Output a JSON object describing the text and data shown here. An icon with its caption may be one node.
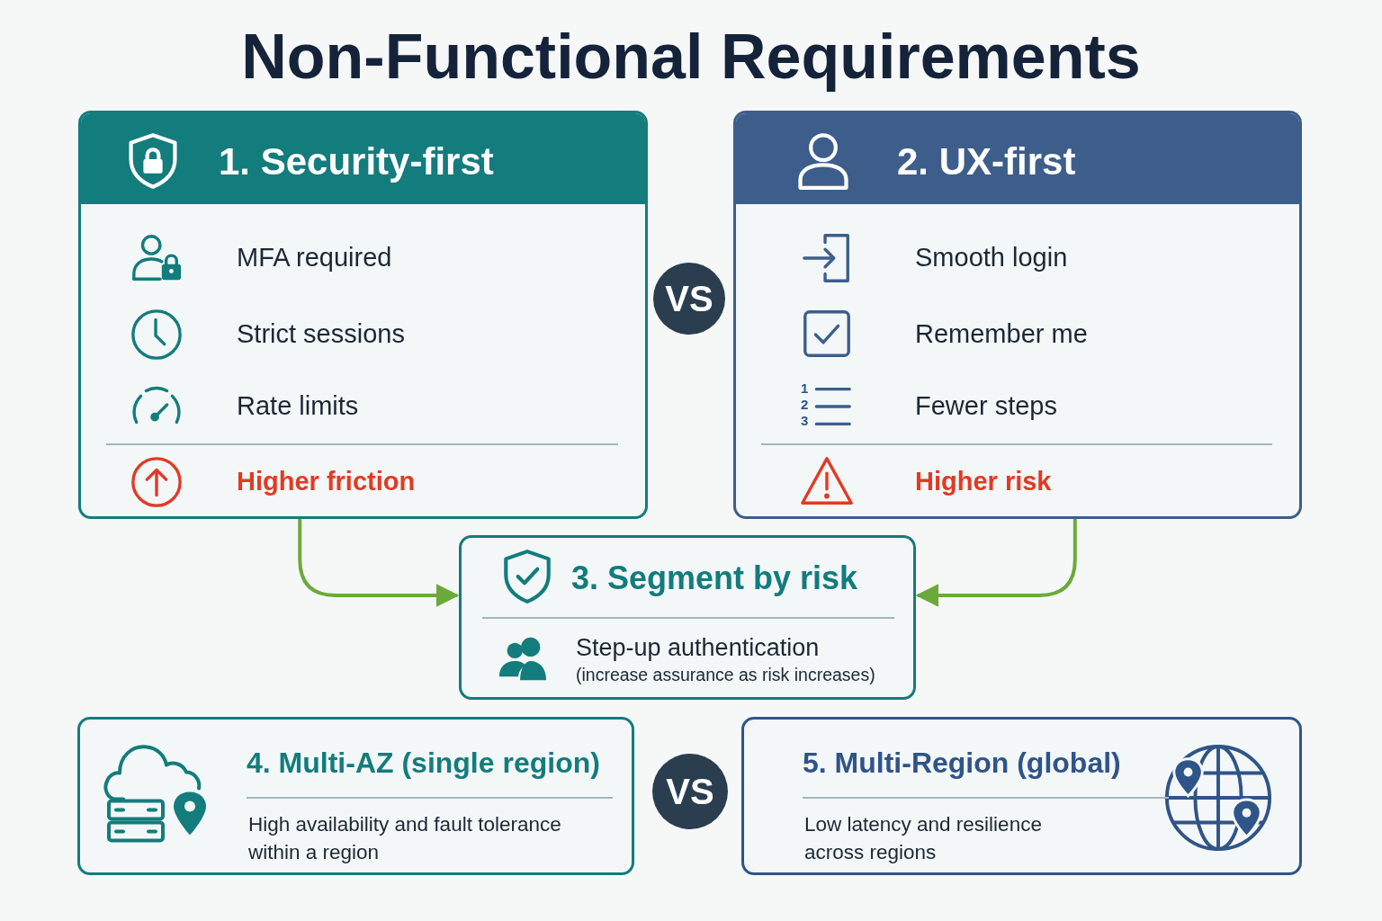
{
  "diagram": {
    "title": "Non-Functional Requirements",
    "nodes": [
      {
        "text": [
          "1. Security-first",
          "MFA required",
          "Strict sessions",
          "Rate limits",
          "Higher friction"
        ]
      },
      {
        "text": [
          "2. UX-first",
          "Smooth login",
          "Remember me",
          "Fewer steps",
          "Higher risk"
        ]
      },
      {
        "text": [
          "VS"
        ]
      },
      {
        "text": [
          "3. Segment by risk",
          "Step-up authentication",
          "(increase assurance as risk increases)"
        ]
      },
      {
        "text": [
          "4. Multi-AZ (single region)",
          "High availability and fault tolerance within a region"
        ]
      },
      {
        "text": [
          "VS"
        ]
      },
      {
        "text": [
          "5. Multi-Region (global)",
          "Low latency and resilience across regions"
        ]
      }
    ],
    "edges": [
      {
        "from": 0,
        "to": 3,
        "arrow": "to"
      },
      {
        "from": 1,
        "to": 3,
        "arrow": "to"
      }
    ],
    "labels": [
      "1",
      "2",
      "3"
    ]
  }
}
